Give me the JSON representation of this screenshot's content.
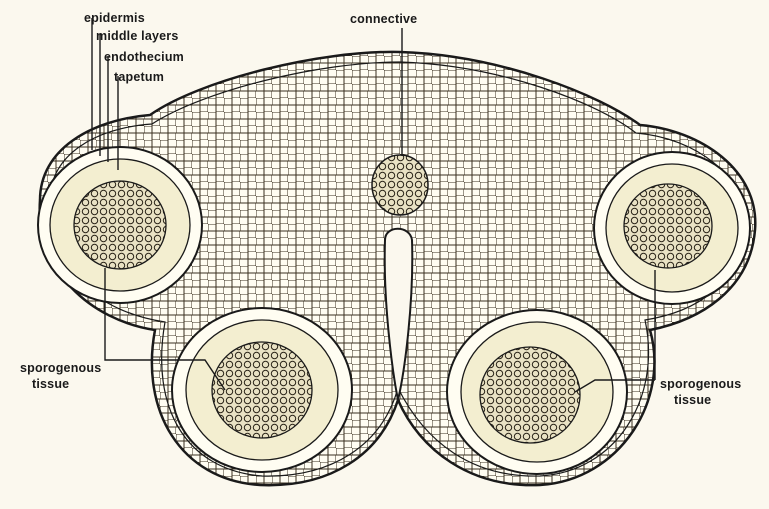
{
  "diagram": {
    "labels": {
      "epidermis": "epidermis",
      "middle_layers": "middle layers",
      "endothecium": "endothecium",
      "tapetum": "tapetum",
      "connective": "connective",
      "sporogenous_left_line1": "sporogenous",
      "sporogenous_left_line2": "tissue",
      "sporogenous_right_line1": "sporogenous",
      "sporogenous_right_line2": "tissue"
    },
    "colors": {
      "background": "#fbf8ee",
      "ink": "#1a1a1a",
      "tissue_fill": "#fffdf2",
      "sporangium_fill": "#f3eed0"
    }
  }
}
